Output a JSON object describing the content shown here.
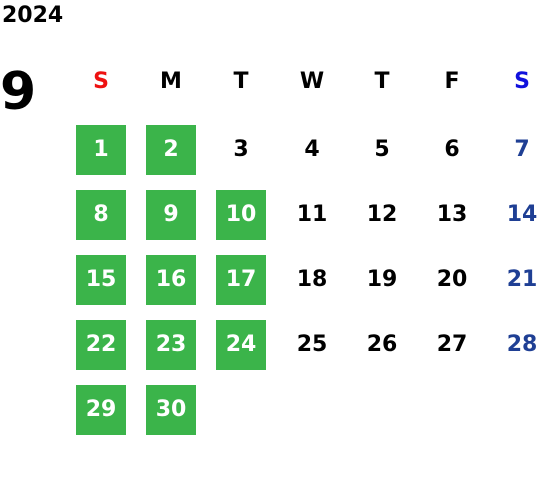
{
  "calendar": {
    "year": "2024",
    "month": "9",
    "weekdays": [
      {
        "label": "S",
        "color": "#ee1111"
      },
      {
        "label": "M",
        "color": "#000000"
      },
      {
        "label": "T",
        "color": "#000000"
      },
      {
        "label": "W",
        "color": "#000000"
      },
      {
        "label": "T",
        "color": "#000000"
      },
      {
        "label": "F",
        "color": "#000000"
      },
      {
        "label": "S",
        "color": "#1111dd"
      }
    ],
    "highlight_color": "#3bb44a",
    "saturday_date_color": "#1f3f94",
    "weeks": [
      [
        {
          "d": "1",
          "h": true
        },
        {
          "d": "2",
          "h": true
        },
        {
          "d": "3",
          "h": false
        },
        {
          "d": "4",
          "h": false
        },
        {
          "d": "5",
          "h": false
        },
        {
          "d": "6",
          "h": false
        },
        {
          "d": "7",
          "h": false
        }
      ],
      [
        {
          "d": "8",
          "h": true
        },
        {
          "d": "9",
          "h": true
        },
        {
          "d": "10",
          "h": true
        },
        {
          "d": "11",
          "h": false
        },
        {
          "d": "12",
          "h": false
        },
        {
          "d": "13",
          "h": false
        },
        {
          "d": "14",
          "h": false
        }
      ],
      [
        {
          "d": "15",
          "h": true
        },
        {
          "d": "16",
          "h": true
        },
        {
          "d": "17",
          "h": true
        },
        {
          "d": "18",
          "h": false
        },
        {
          "d": "19",
          "h": false
        },
        {
          "d": "20",
          "h": false
        },
        {
          "d": "21",
          "h": false
        }
      ],
      [
        {
          "d": "22",
          "h": true
        },
        {
          "d": "23",
          "h": true
        },
        {
          "d": "24",
          "h": true
        },
        {
          "d": "25",
          "h": false
        },
        {
          "d": "26",
          "h": false
        },
        {
          "d": "27",
          "h": false
        },
        {
          "d": "28",
          "h": false
        }
      ],
      [
        {
          "d": "29",
          "h": true
        },
        {
          "d": "30",
          "h": true
        }
      ]
    ]
  }
}
